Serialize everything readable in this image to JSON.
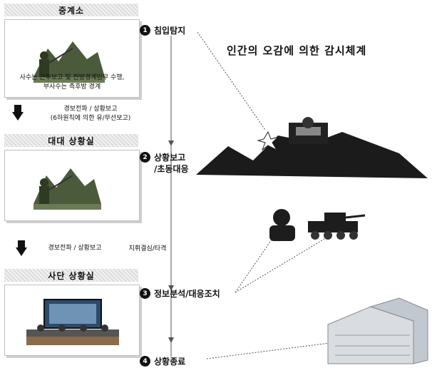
{
  "title": "인간의 오감에 의한 감시체계",
  "panels": [
    {
      "header": "중계소",
      "caption_line1": "사수는 근무보고 및 전방경계임무 수행,",
      "caption_line2": "부사수는 측후방 경계"
    },
    {
      "header": "대대 상황실"
    },
    {
      "header": "사단 상황실"
    }
  ],
  "transitions": [
    {
      "line1": "경보전파 / 상황보고",
      "line2": "(6하원칙에 의한 유/무선보고)"
    },
    {
      "line1": "경보전파 / 상황보고"
    }
  ],
  "steps": [
    {
      "num": "1",
      "label": "침입탐지"
    },
    {
      "num": "2",
      "label_line1": "상황보고",
      "label_line2": "/초동대응"
    },
    {
      "num": "3",
      "label": "정보분석/대응조치"
    },
    {
      "num": "4",
      "label": "상황종료"
    }
  ],
  "side_note": "지휘결심/타격"
}
